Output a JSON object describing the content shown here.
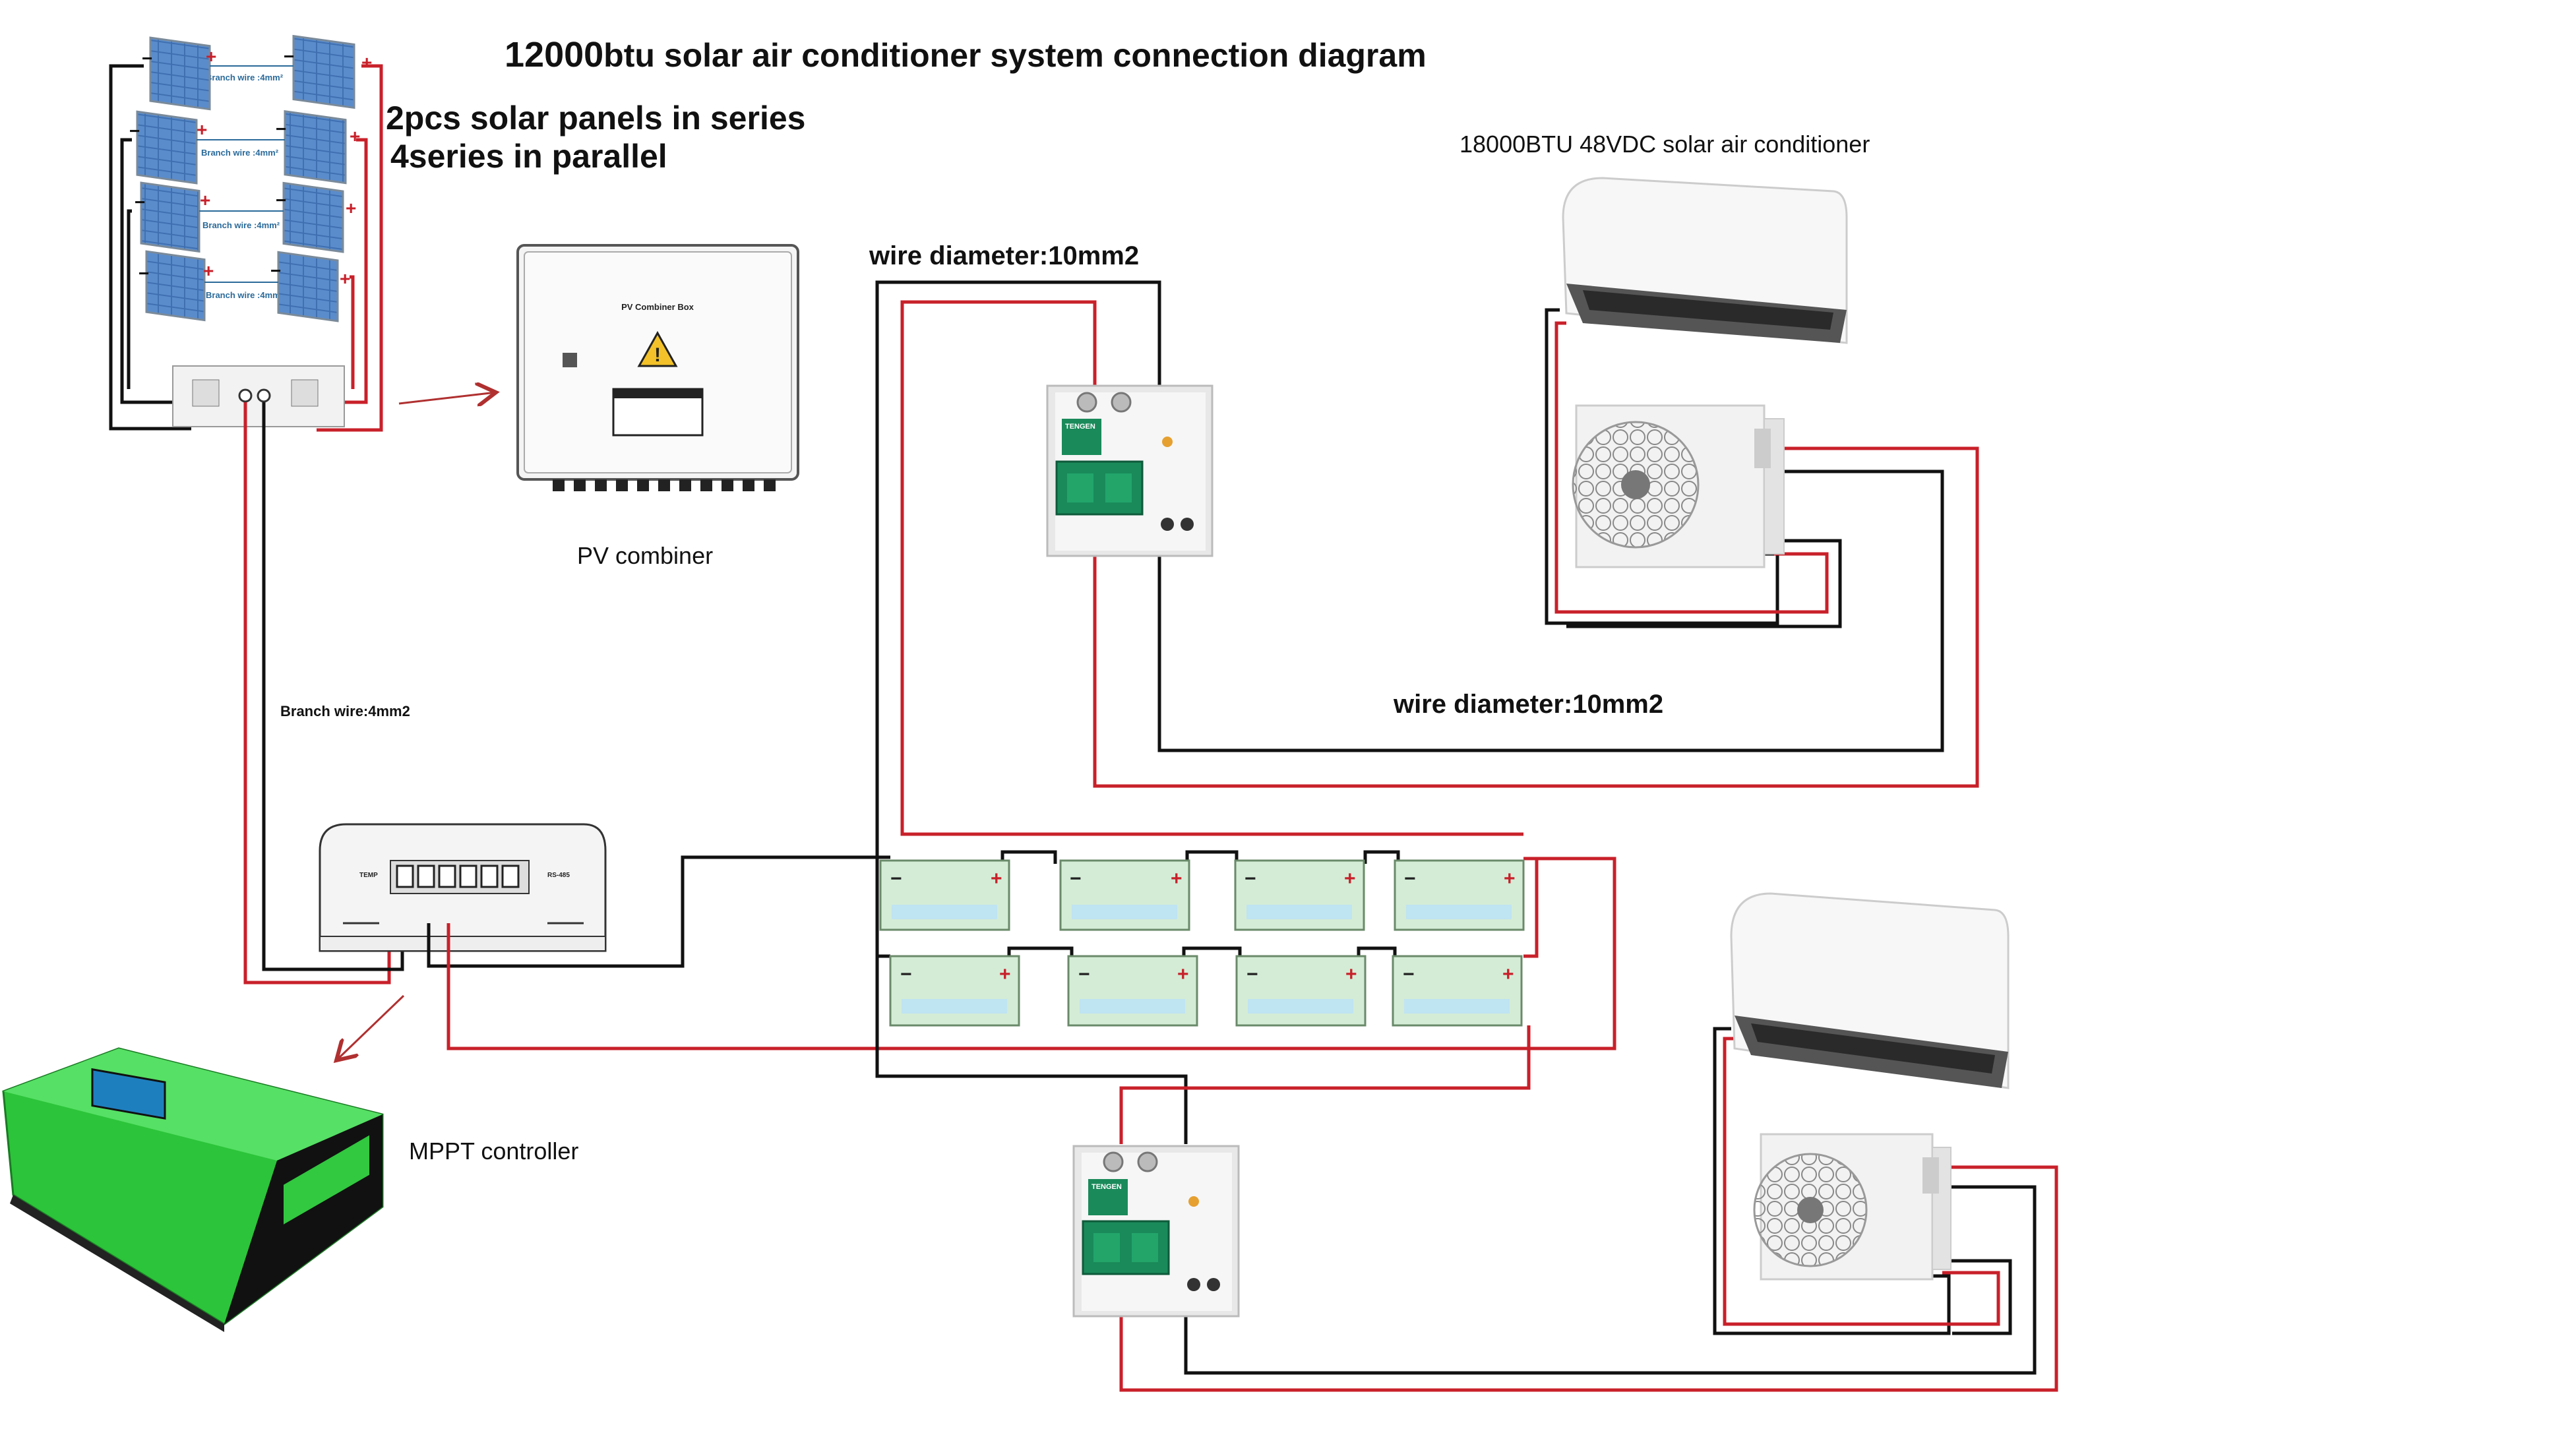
{
  "diagram": {
    "title_number": "12000",
    "title_rest": "btu solar air conditioner system connection diagram",
    "panels_note_line1": "2pcs solar panels in series",
    "panels_note_line2": "4series in parallel",
    "ac_label": "18000BTU 48VDC solar air conditioner",
    "wire_label_top": "wire diameter:10mm2",
    "wire_label_mid": "wire diameter:10mm2",
    "pv_combiner_label": "PV combiner",
    "pv_box_text": "PV Combiner Box",
    "branch_wire_label": "Branch wire:4mm2",
    "panel_branch_label": "Branch wire :4mm²",
    "mppt_label": "MPPT controller",
    "controller_temp_label": "TEMP",
    "controller_rs_label": "RS-485",
    "breaker_brand": "TENGEN",
    "battery_minus": "−",
    "battery_plus": "+"
  },
  "colors": {
    "wire_black": "#111111",
    "wire_red": "#c8202a",
    "battery_green": "#d4ecd6",
    "battery_window": "#bfe4f2",
    "breaker_green": "#1a8a5a",
    "mppt_green": "#3ed64a",
    "solar_blue": "#4a78b8"
  }
}
